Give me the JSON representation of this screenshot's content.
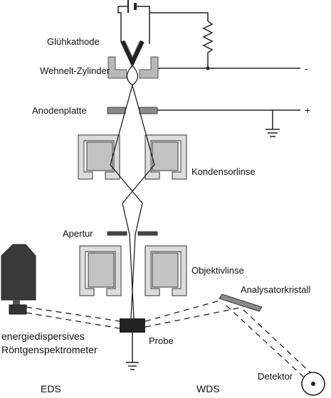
{
  "labels": {
    "cathode": "Glühkathode",
    "wehnelt": "Wehnelt-Zylinder",
    "anode": "Anodenplatte",
    "condenser": "Kondensorlinse",
    "aperture": "Apertur",
    "objective": "Objektivlinse",
    "crystal": "Analysatorkristall",
    "eds_device_line1": "energiedispersives",
    "eds_device_line2": "Röntgenspektrometer",
    "sample": "Probe",
    "detector": "Detektor",
    "eds": "EDS",
    "wds": "WDS",
    "minus": "-",
    "plus": "+"
  },
  "colors": {
    "line": "#222222",
    "lens_frame": "#dcdcdc",
    "lens_core": "#b8b8b8",
    "dark_part": "#333333",
    "mid_part": "#9a9a9a"
  }
}
